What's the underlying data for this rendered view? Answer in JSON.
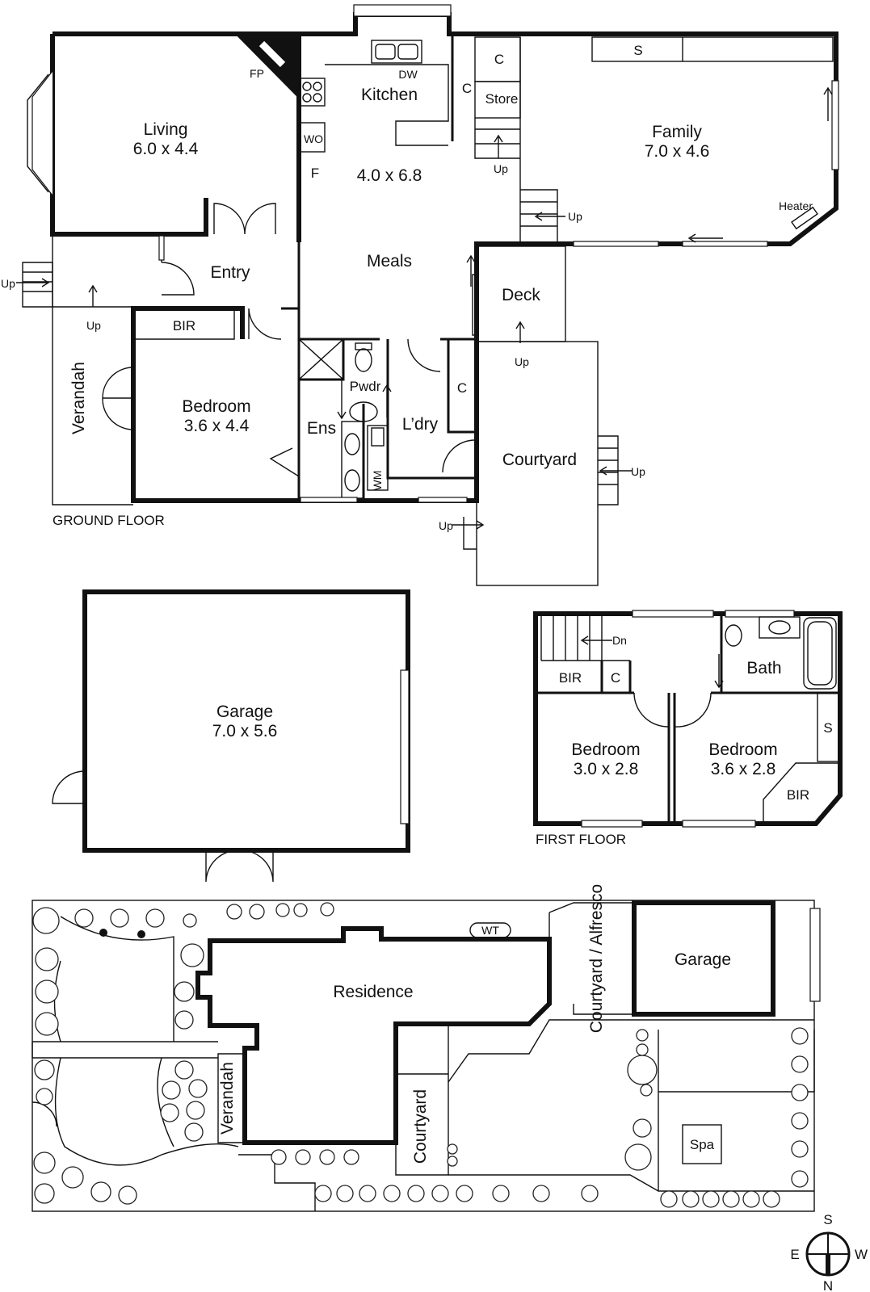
{
  "ground_floor": {
    "label": "GROUND FLOOR",
    "rooms": {
      "living": {
        "name": "Living",
        "dims": "6.0 x 4.4"
      },
      "kitchen": {
        "name": "Kitchen",
        "dims": "4.0 x 6.8"
      },
      "family": {
        "name": "Family",
        "dims": "7.0 x 4.6"
      },
      "entry": {
        "name": "Entry"
      },
      "meals": {
        "name": "Meals"
      },
      "deck": {
        "name": "Deck"
      },
      "bedroom": {
        "name": "Bedroom",
        "dims": "3.6 x 4.4"
      },
      "verandah": {
        "name": "Verandah"
      },
      "ens": {
        "name": "Ens"
      },
      "pwdr": {
        "name": "Pwdr"
      },
      "ldry": {
        "name": "L’dry"
      },
      "courtyard": {
        "name": "Courtyard"
      }
    },
    "fixtures": {
      "fp": "FP",
      "dw": "DW",
      "wo": "WO",
      "f": "F",
      "store": "Store",
      "c1": "C",
      "c2": "C",
      "c3": "C",
      "s": "S",
      "heater": "Heater",
      "bir": "BIR",
      "wm": "WM"
    },
    "stairs": {
      "up": "Up"
    }
  },
  "garage": {
    "name": "Garage",
    "dims": "7.0 x 5.6"
  },
  "first_floor": {
    "label": "FIRST FLOOR",
    "rooms": {
      "bath": {
        "name": "Bath"
      },
      "bedroom1": {
        "name": "Bedroom",
        "dims": "3.0 x 2.8"
      },
      "bedroom2": {
        "name": "Bedroom",
        "dims": "3.6 x 2.8"
      }
    },
    "fixtures": {
      "bir1": "BIR",
      "c": "C",
      "s": "S",
      "bir2": "BIR",
      "dn": "Dn"
    }
  },
  "site_plan": {
    "residence": "Residence",
    "garage": "Garage",
    "courtyard_alfresco": "Courtyard / Alfresco",
    "verandah": "Verandah",
    "courtyard": "Courtyard",
    "spa": "Spa",
    "wt": "WT"
  },
  "compass": {
    "n": "N",
    "s": "S",
    "e": "E",
    "w": "W"
  }
}
